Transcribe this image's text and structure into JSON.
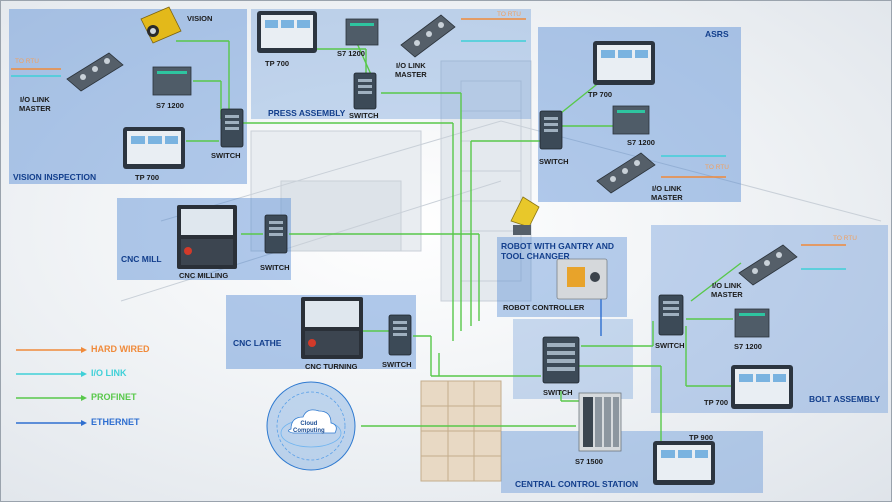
{
  "zones": {
    "vision_inspection": "VISION INSPECTION",
    "press_assembly": "PRESS ASSEMBLY",
    "asrs": "ASRS",
    "cnc_mill": "CNC MILL",
    "cnc_lathe": "CNC LATHE",
    "robot": "ROBOT WITH GANTRY AND TOOL CHANGER",
    "bolt_assembly": "BOLT ASSEMBLY",
    "central_control": "CENTRAL CONTROL STATION"
  },
  "devices": {
    "vision": "VISION",
    "switch": "SWITCH",
    "s7_1200": "S7 1200",
    "s7_1500": "S7 1500",
    "tp700": "TP 700",
    "tp900": "TP 900",
    "io_link_master_line1": "I/O LINK",
    "io_link_master_line2": "MASTER",
    "cnc_milling": "CNC MILLING",
    "cnc_turning": "CNC TURNING",
    "robot_controller": "ROBOT CONTROLLER",
    "cloud_line1": "Cloud",
    "cloud_line2": "Computing",
    "to_rtu": "TO RTU"
  },
  "legend": [
    {
      "label": "HARD WIRED",
      "color": "#f08a3a"
    },
    {
      "label": "I/O LINK",
      "color": "#3fd0d8"
    },
    {
      "label": "PROFINET",
      "color": "#58c84a"
    },
    {
      "label": "ETHERNET",
      "color": "#2f6fd0"
    }
  ]
}
